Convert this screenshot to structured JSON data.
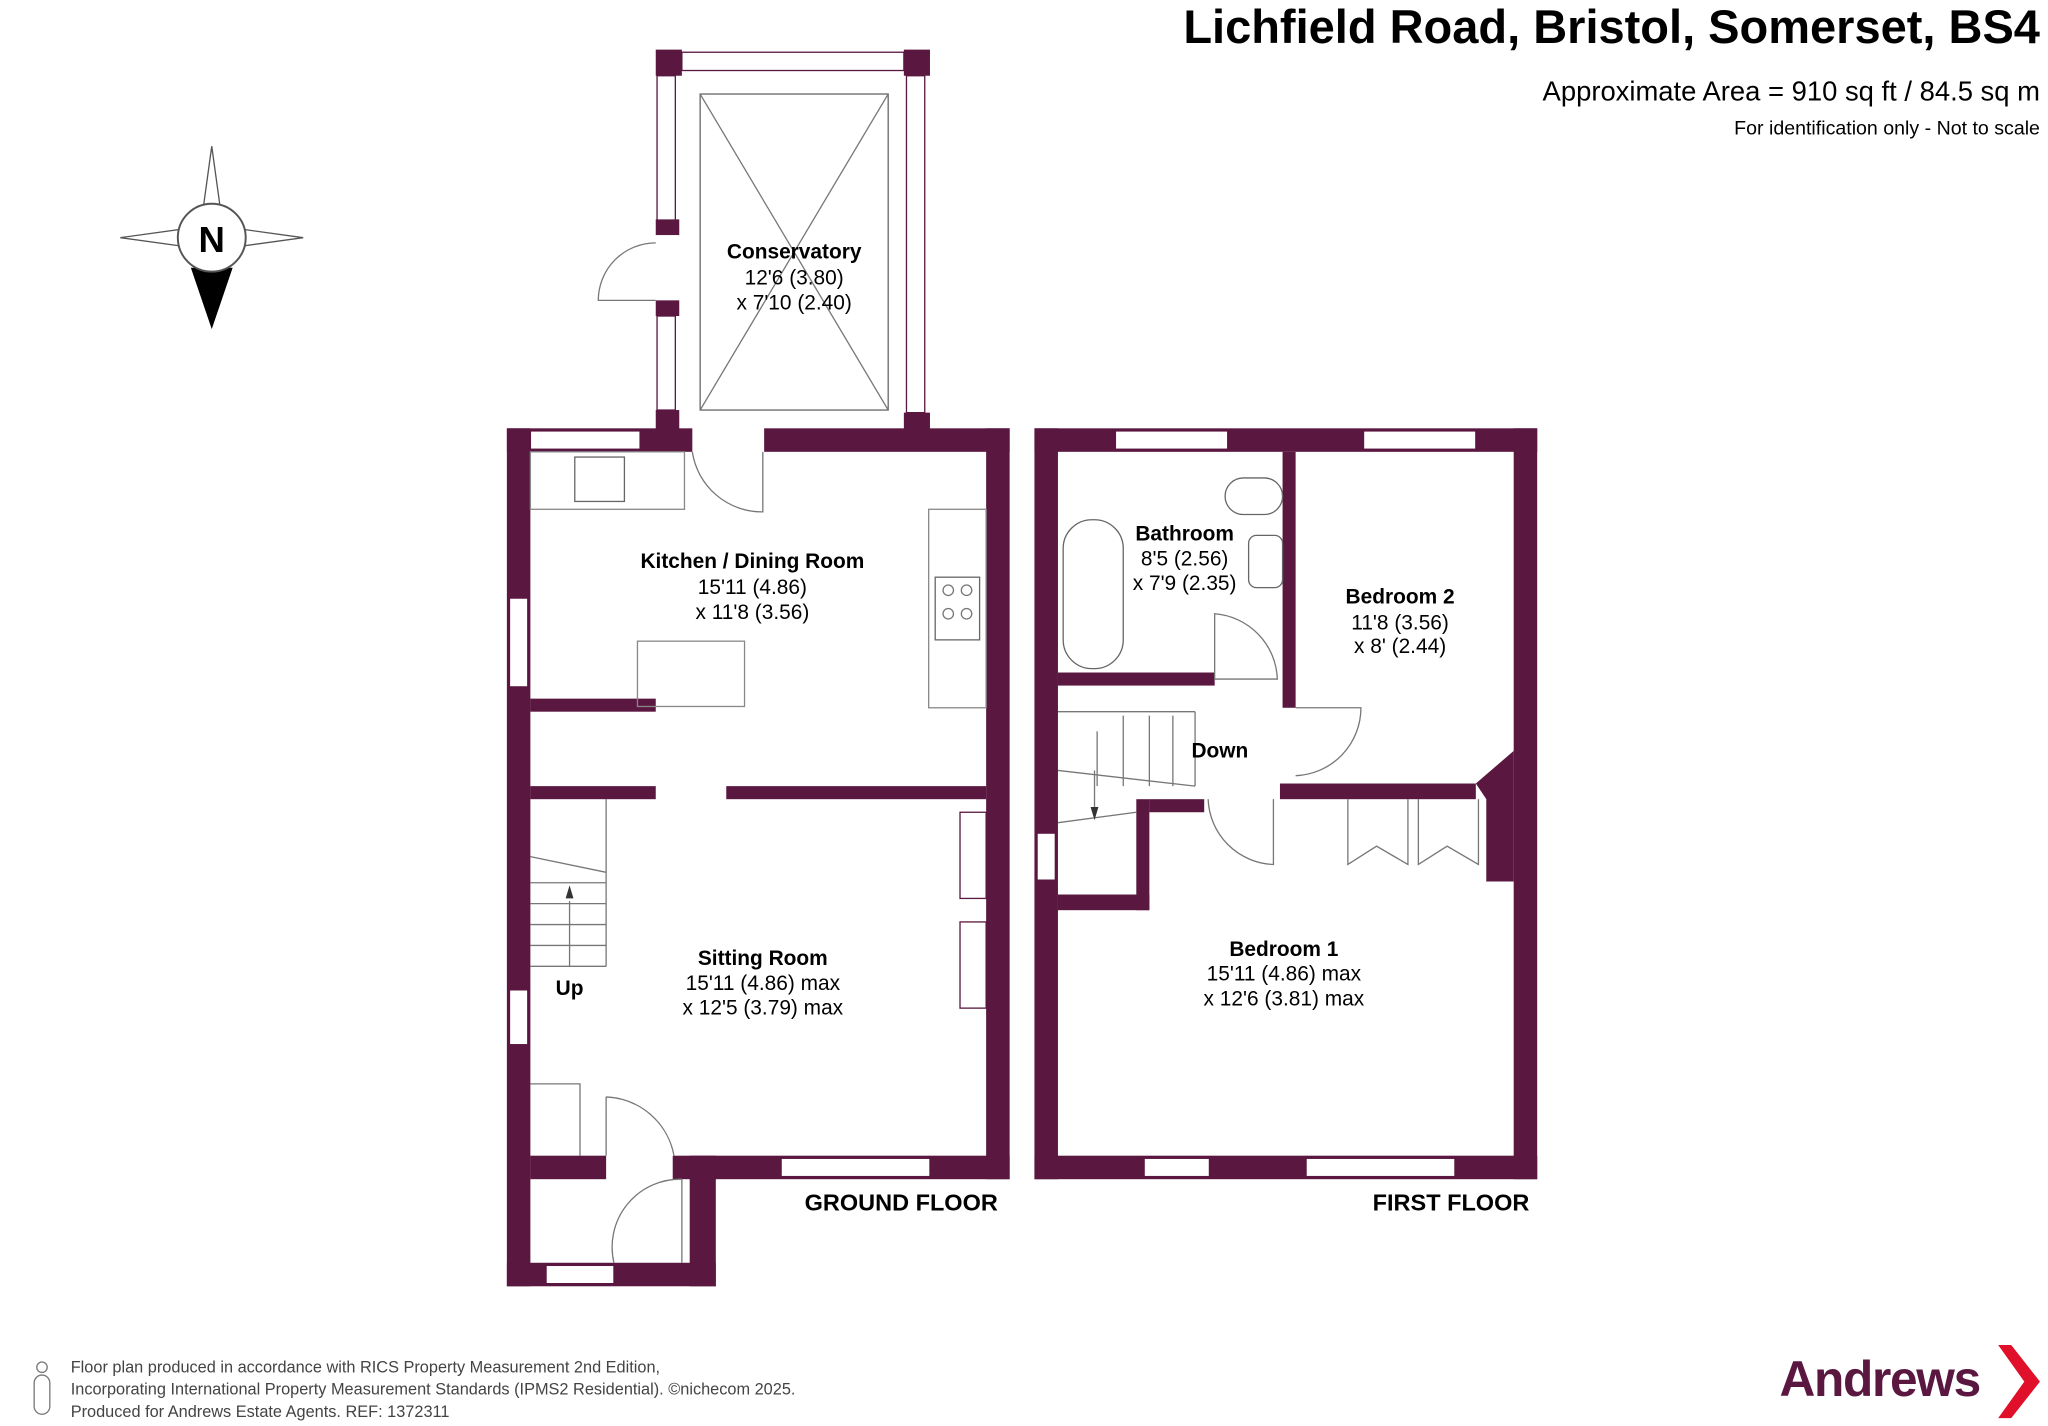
{
  "header": {
    "title": "Lichfield Road, Bristol, Somerset, BS4",
    "area": "Approximate Area = 910 sq ft / 84.5 sq m",
    "note": "For identification only - Not to scale"
  },
  "compass": {
    "label": "N"
  },
  "rooms": [
    {
      "name": "Conservatory",
      "dim1": "12'6 (3.80)",
      "dim2": "x 7'10 (2.40)"
    },
    {
      "name": "Kitchen / Dining Room",
      "dim1": "15'11 (4.86)",
      "dim2": "x 11'8 (3.56)"
    },
    {
      "name": "Sitting Room",
      "dim1": "15'11 (4.86) max",
      "dim2": "x 12'5 (3.79) max"
    },
    {
      "name": "Bathroom",
      "dim1": "8'5 (2.56)",
      "dim2": "x 7'9 (2.35)"
    },
    {
      "name": "Bedroom 2",
      "dim1": "11'8 (3.56)",
      "dim2": "x 8' (2.44)"
    },
    {
      "name": "Bedroom 1",
      "dim1": "15'11 (4.86) max",
      "dim2": "x 12'6 (3.81) max"
    }
  ],
  "stairs": {
    "up": "Up",
    "down": "Down"
  },
  "floors": {
    "ground": "GROUND FLOOR",
    "first": "FIRST FLOOR"
  },
  "footer": {
    "line1": "Floor plan produced in accordance with RICS Property Measurement 2nd Edition,",
    "line2": "Incorporating International Property Measurement Standards (IPMS2 Residential).   ©nichecom 2025.",
    "line3": "Produced for Andrews Estate Agents.   REF: 1372311"
  },
  "brand": {
    "name": "Andrews",
    "color": "#5a1740",
    "accent": "#e0102a"
  },
  "colors": {
    "wall": "#5a1740"
  }
}
